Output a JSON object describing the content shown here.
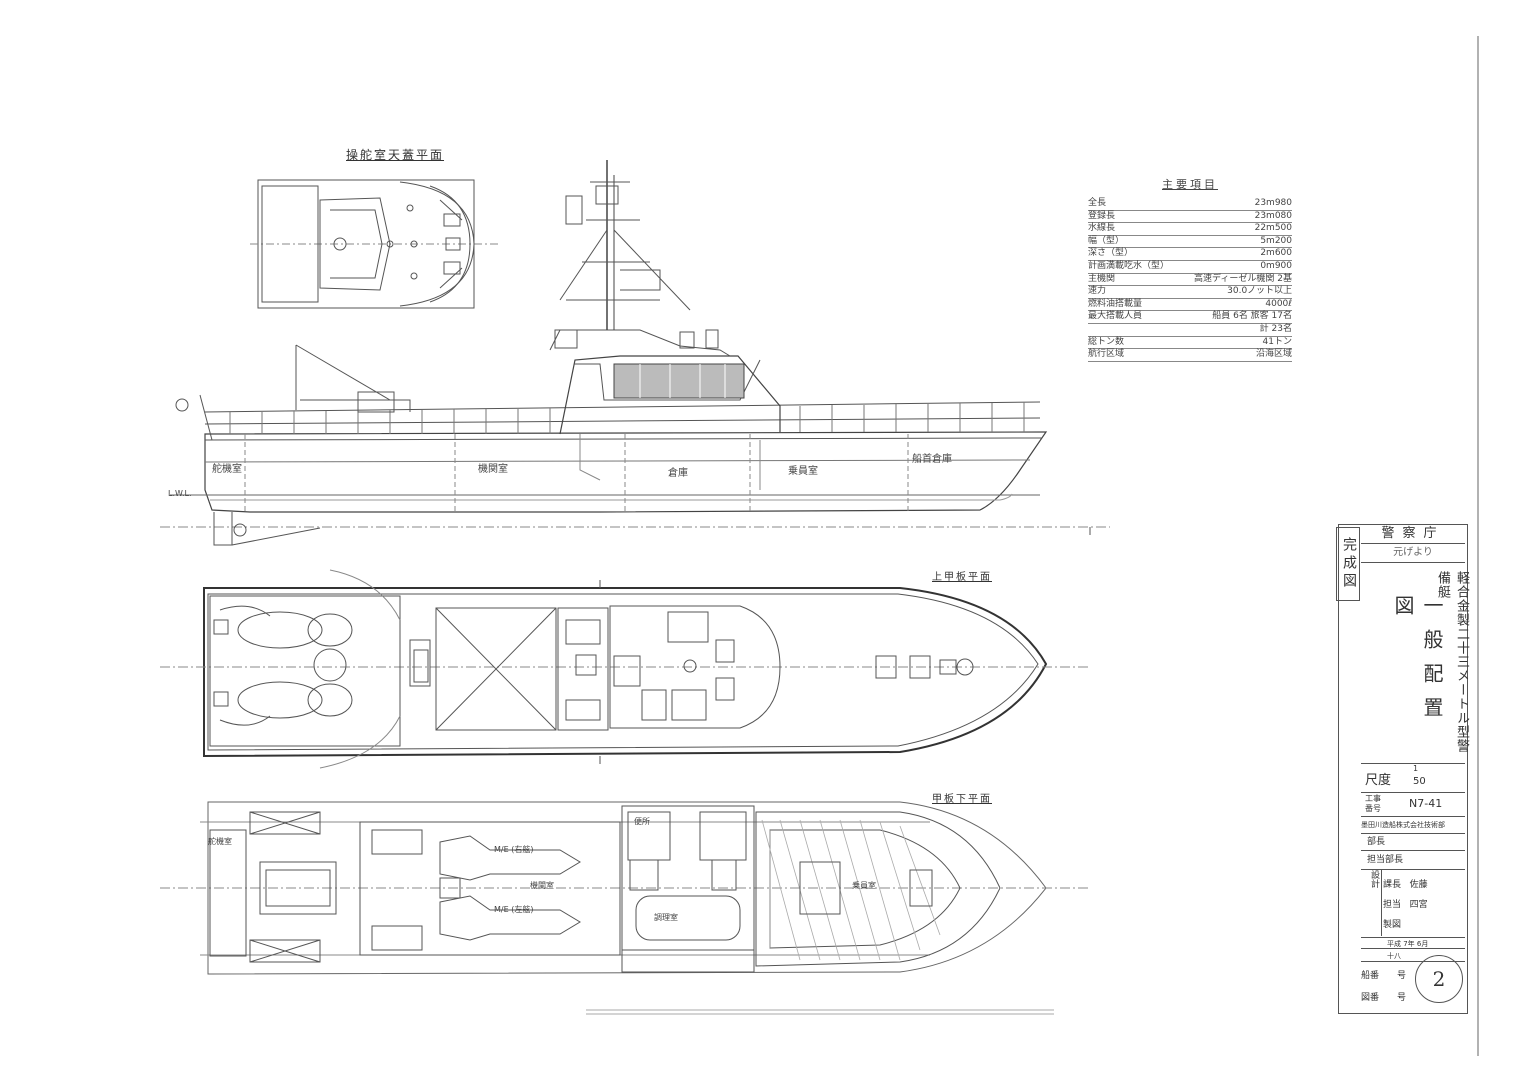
{
  "drawing": {
    "views": {
      "wheelhouse_top": "操舵室天蓋平面",
      "upper_deck": "上甲板平面",
      "below_deck": "甲板下平面"
    },
    "profile_labels": {
      "rudder": "舵機室",
      "engine": "機関室",
      "middle": "倉庫",
      "crew": "乗員室",
      "bow": "船首倉庫",
      "lwl": "L.W.L."
    },
    "below_labels": {
      "steering": "舵機室",
      "mg1": "M/E (右舷)",
      "mg2": "M/E (左舷)",
      "engine_room": "機関室",
      "toilet": "便所",
      "galley": "調理室",
      "cabin": "乗員室"
    }
  },
  "specs": {
    "header": "主要項目",
    "rows": [
      {
        "label": "全長",
        "value": "23m980"
      },
      {
        "label": "登録長",
        "value": "23m080"
      },
      {
        "label": "水線長",
        "value": "22m500"
      },
      {
        "label": "幅（型）",
        "value": "5m200"
      },
      {
        "label": "深さ（型）",
        "value": "2m600"
      },
      {
        "label": "計画満載吃水（型）",
        "value": "0m900"
      },
      {
        "label": "主機関",
        "value": "高速ディーゼル機関 2基"
      },
      {
        "label": "速力",
        "value": "30.0ノット以上"
      },
      {
        "label": "燃料油搭載量",
        "value": "4000ℓ"
      },
      {
        "label": "最大搭載人員",
        "value": "船員 6名 旅客 17名"
      },
      {
        "label": "",
        "value": "計 23名"
      },
      {
        "label": "総トン数",
        "value": "41トン"
      },
      {
        "label": "航行区域",
        "value": "沿海区域"
      }
    ]
  },
  "title_block": {
    "stamp": "完成図",
    "agency": "警察庁",
    "subtitle": "元げより",
    "vessel": "軽合金製二十三メートル型警備艇",
    "drawing_title": "一般配置図",
    "scale_label": "尺度",
    "scale_num": "1",
    "scale_den": "50",
    "work_label": "工事番号",
    "work_no": "N7-41",
    "maker": "墨田川造船株式会社技術部",
    "roles": [
      {
        "role": "部長",
        "name": ""
      },
      {
        "role": "担当部長",
        "name": ""
      },
      {
        "role": "課長",
        "name": "佐藤"
      },
      {
        "role": "担当",
        "name": "四宮"
      },
      {
        "role": "製図",
        "name": ""
      }
    ],
    "design_label": "設計",
    "date_row1": "平成 7年 6月",
    "date_row2": "十八",
    "sheet_labels": [
      "船番",
      "図番"
    ],
    "sheet_values": [
      "号",
      "号"
    ],
    "sheet_number": "2"
  }
}
